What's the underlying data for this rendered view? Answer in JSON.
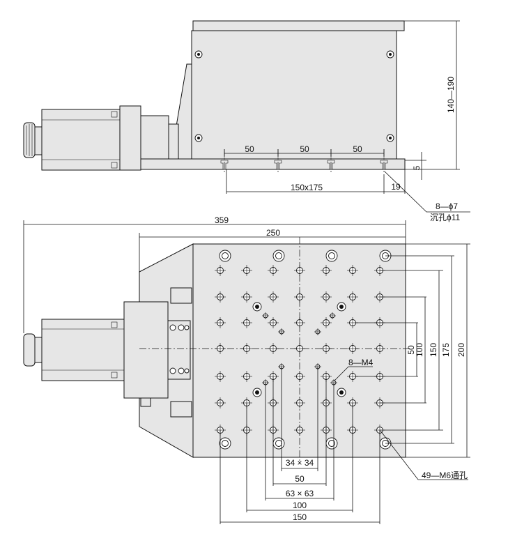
{
  "top_view": {
    "dim_50_a": "50",
    "dim_50_b": "50",
    "dim_50_c": "50",
    "dim_stroke": "150x175",
    "dim_19": "19",
    "dim_5": "5",
    "dim_height": "140—190",
    "note_holes_1": "8—ϕ7",
    "note_holes_2": "沉孔ϕ11"
  },
  "plan_view": {
    "dim_359": "359",
    "dim_250": "250",
    "dim_r50": "50",
    "dim_r100": "100",
    "dim_r150": "150",
    "dim_r175": "175",
    "dim_r200": "200",
    "label_m4": "8—M4",
    "label_m6": "49—M6通孔",
    "dim_b34": "34 × 34",
    "dim_b50": "50",
    "dim_b63": "63 × 63",
    "dim_b100": "100",
    "dim_b150": "150"
  }
}
